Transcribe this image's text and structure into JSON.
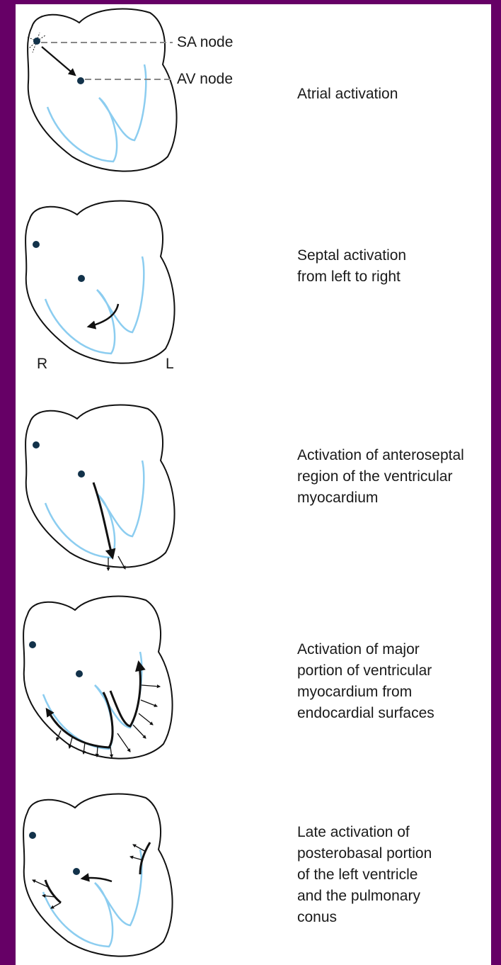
{
  "colors": {
    "frame": "#660066",
    "background": "#ffffff",
    "outline": "#111111",
    "endocardium": "#8ccdf0",
    "node": "#12324a"
  },
  "stage1": {
    "sa_label": "SA node",
    "av_label": "AV node",
    "caption": [
      "Atrial activation"
    ]
  },
  "stage2": {
    "right_label": "R",
    "left_label": "L",
    "caption": [
      "Septal activation",
      "from left to right"
    ]
  },
  "stage3": {
    "caption": [
      "Activation of anteroseptal",
      "region of the ventricular",
      "myocardium"
    ]
  },
  "stage4": {
    "caption": [
      "Activation of major",
      "portion of ventricular",
      "myocardium from",
      "endocardial surfaces"
    ]
  },
  "stage5": {
    "caption": [
      "Late activation of",
      "posterobasal portion",
      "of the left ventricle",
      "and the pulmonary",
      "conus"
    ]
  }
}
